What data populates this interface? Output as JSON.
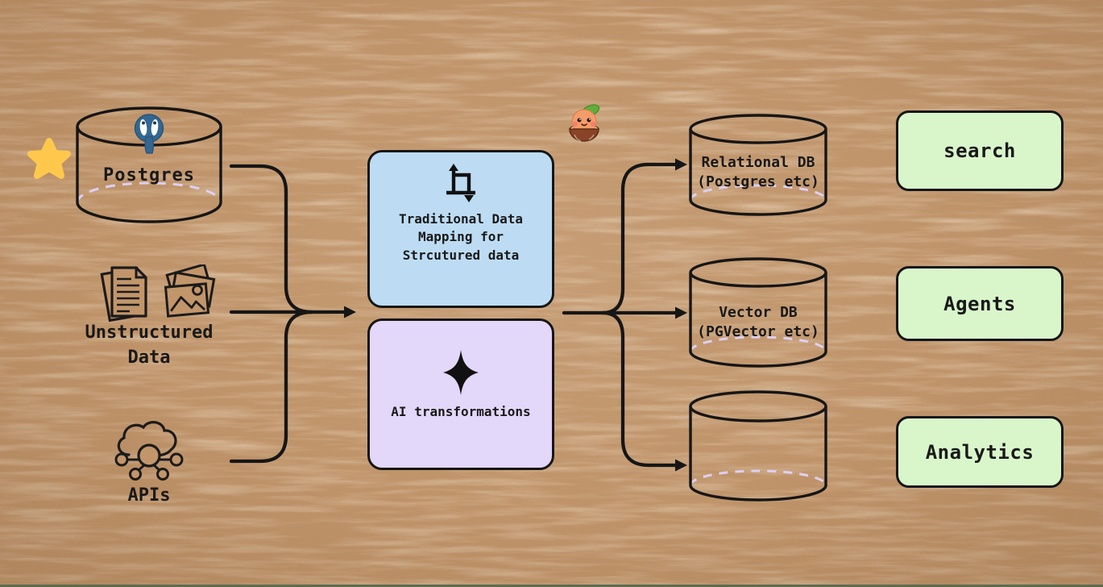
{
  "canvas": {
    "background_color": "#c0946a",
    "bottom_edge_color": "#5c6b4e",
    "stroke_color": "#161616",
    "dashed_accent_color": "#dcd0f4"
  },
  "sources": {
    "postgres": {
      "label": "Postgres",
      "icon": "postgres-elephant-icon"
    },
    "unstructured": {
      "label": "Unstructured Data",
      "icons": [
        "documents-stack-icon",
        "photos-stack-icon"
      ]
    },
    "apis": {
      "label": "APIs",
      "icon": "cloud-network-icon"
    }
  },
  "transformations": {
    "traditional": {
      "label": "Traditional Data Mapping for Strcutured data",
      "icon": "transform-crop-icon",
      "fill": "#bddcf3"
    },
    "ai": {
      "label": "AI transformations",
      "icon": "sparkle-icon",
      "fill": "#e3d7fa"
    }
  },
  "destinations": {
    "relational": {
      "label": "Relational DB (Postgres etc)"
    },
    "vector": {
      "label": "Vector DB (PGVector etc)"
    },
    "blank": {
      "label": ""
    }
  },
  "outputs": {
    "fill": "#d9f6cb",
    "search": {
      "label": "search"
    },
    "agents": {
      "label": "Agents"
    },
    "analytics": {
      "label": "Analytics"
    }
  },
  "decorations": {
    "star": {
      "icon": "star-icon",
      "color": "#ffc84d"
    },
    "mascot": {
      "icon": "coconut-mascot-icon"
    }
  }
}
